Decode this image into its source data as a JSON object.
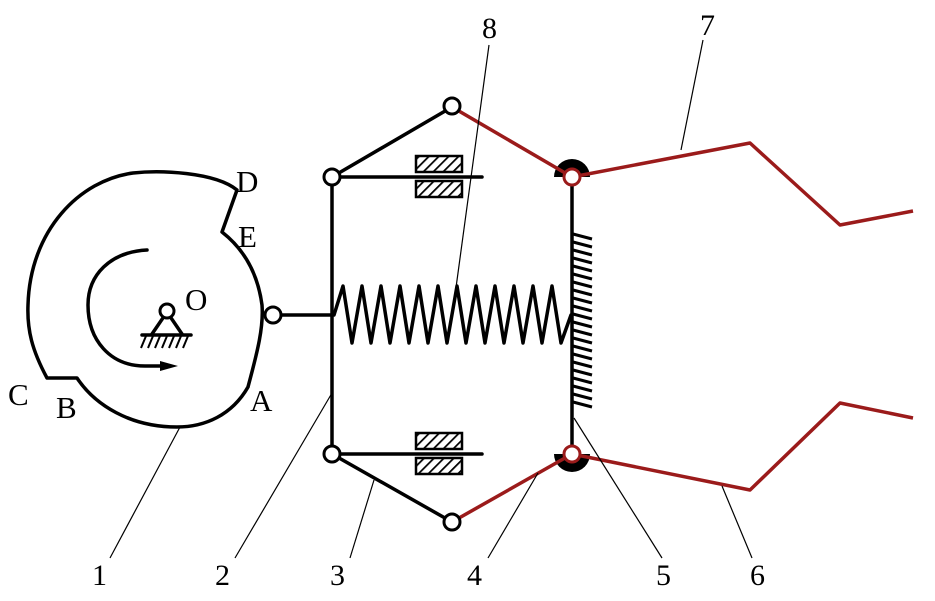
{
  "diagram": {
    "point_labels": {
      "A": "A",
      "B": "B",
      "C": "C",
      "D": "D",
      "E": "E",
      "O": "O"
    },
    "part_numbers": {
      "p1": "1",
      "p2": "2",
      "p3": "3",
      "p4": "4",
      "p5": "5",
      "p6": "6",
      "p7": "7",
      "p8": "8"
    },
    "colors": {
      "linkage": "#000000",
      "jaw": "#9b1b1b"
    }
  }
}
